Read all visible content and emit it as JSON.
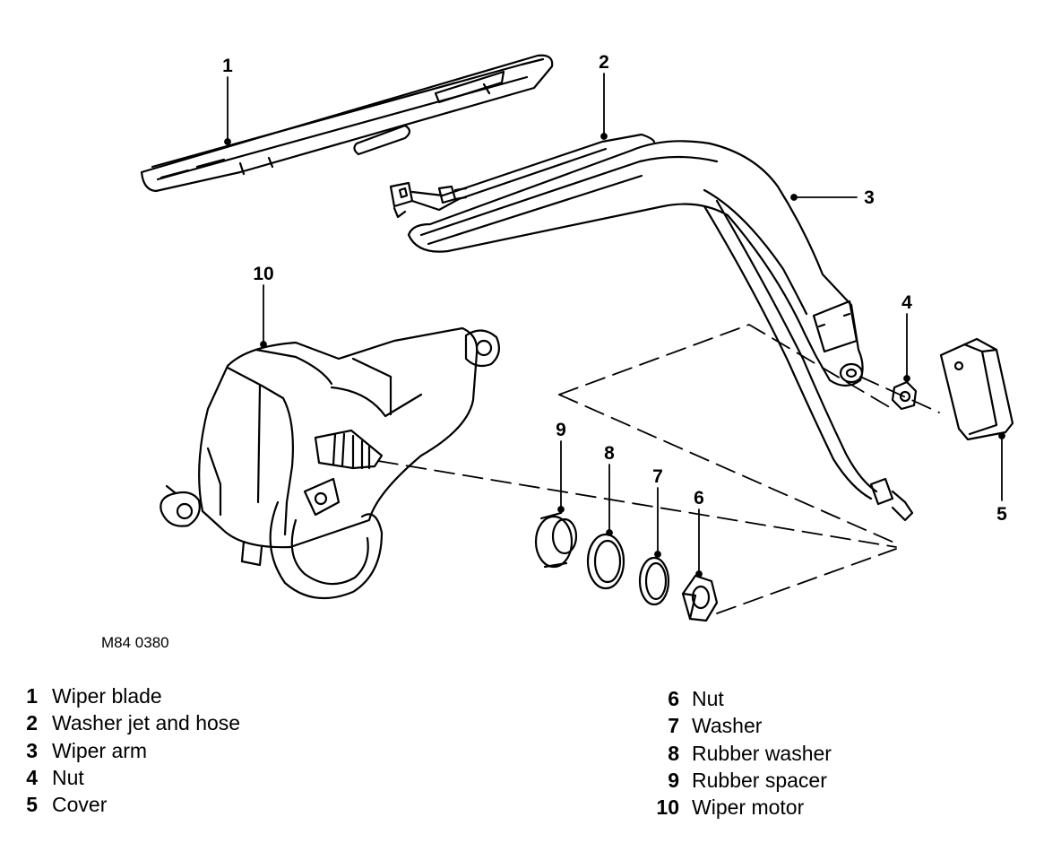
{
  "figure_ref": "M84 0380",
  "callouts": {
    "c1": "1",
    "c2": "2",
    "c3": "3",
    "c4": "4",
    "c5": "5",
    "c6": "6",
    "c7": "7",
    "c8": "8",
    "c9": "9",
    "c10": "10"
  },
  "legend_left": [
    {
      "num": "1",
      "label": "Wiper blade"
    },
    {
      "num": "2",
      "label": "Washer jet and hose"
    },
    {
      "num": "3",
      "label": "Wiper arm"
    },
    {
      "num": "4",
      "label": "Nut"
    },
    {
      "num": "5",
      "label": "Cover"
    }
  ],
  "legend_right": [
    {
      "num": "6",
      "label": "Nut"
    },
    {
      "num": "7",
      "label": "Washer"
    },
    {
      "num": "8",
      "label": "Rubber washer"
    },
    {
      "num": "9",
      "label": "Rubber spacer"
    },
    {
      "num": "10",
      "label": "Wiper motor"
    }
  ]
}
